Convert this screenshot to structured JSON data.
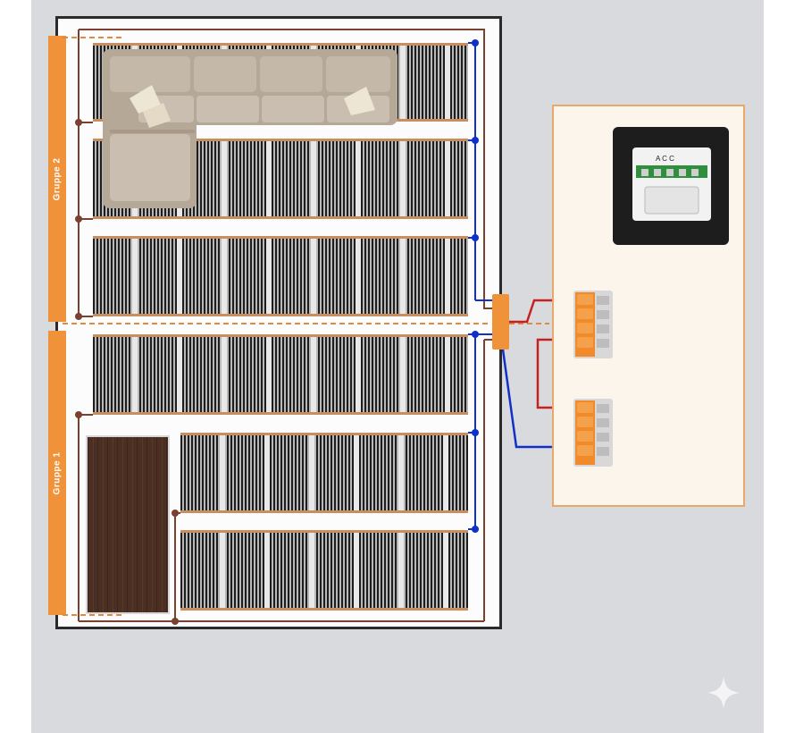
{
  "groups": [
    {
      "id": "group2",
      "label": "Gruppe 2"
    },
    {
      "id": "group1",
      "label": "Gruppe 1"
    }
  ],
  "thermostat": {
    "terminal_labels": "A  C C"
  },
  "colors": {
    "brand_orange": "#f0923a",
    "live_wire": "#c62020",
    "neutral_wire": "#1030c8",
    "supply_wire": "#7a4030",
    "film_edge": "#c98e5e",
    "background": "#d9dade"
  },
  "icons": {
    "sparkle": "sparkle-icon"
  }
}
